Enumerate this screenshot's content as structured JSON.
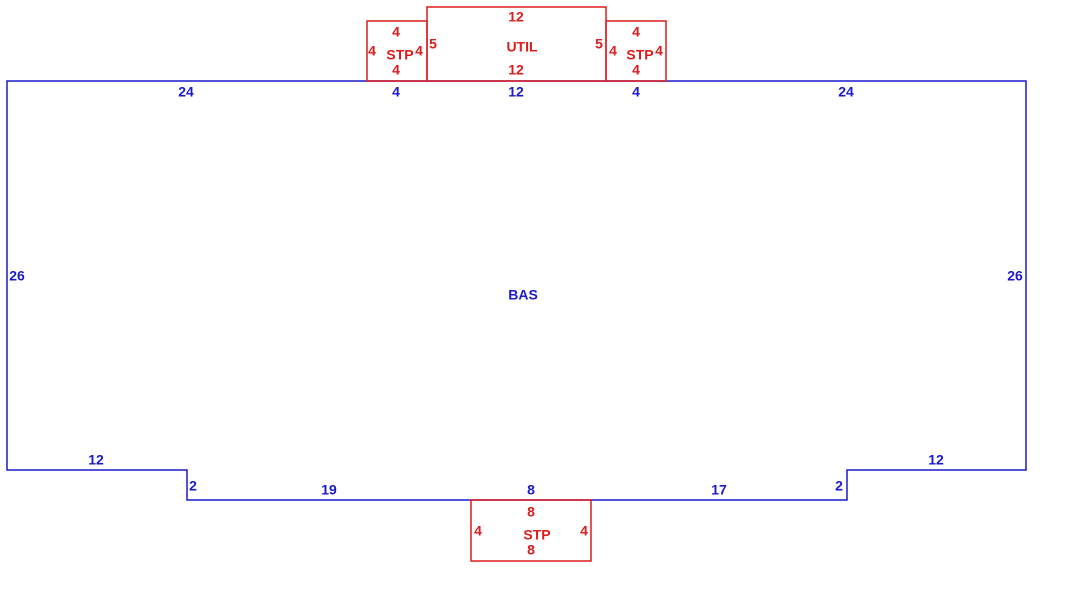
{
  "colors": {
    "main": "#1a1acc",
    "sub": "#dd1c1c"
  },
  "main_area": {
    "label": "BAS",
    "dims": {
      "top_left": "24",
      "top_mid_left": "4",
      "top_mid": "12",
      "top_mid_right": "4",
      "top_right": "24",
      "left": "26",
      "right": "26",
      "bottom_left_upper": "12",
      "left_step": "2",
      "bottom_left": "19",
      "bottom_mid": "8",
      "bottom_right": "17",
      "right_step": "2",
      "bottom_right_upper": "12"
    }
  },
  "utility_area": {
    "label": "UTIL",
    "dims": {
      "top": "12",
      "bottom": "12",
      "left": "5",
      "right": "5"
    }
  },
  "stoop_left": {
    "label": "STP",
    "dims": {
      "top": "4",
      "bottom": "4",
      "left": "4",
      "right": "4"
    }
  },
  "stoop_right": {
    "label": "STP",
    "dims": {
      "top": "4",
      "bottom": "4",
      "left": "4",
      "right": "4"
    }
  },
  "stoop_bottom": {
    "label": "STP",
    "dims": {
      "top": "8",
      "bottom": "8",
      "left": "4",
      "right": "4"
    }
  }
}
